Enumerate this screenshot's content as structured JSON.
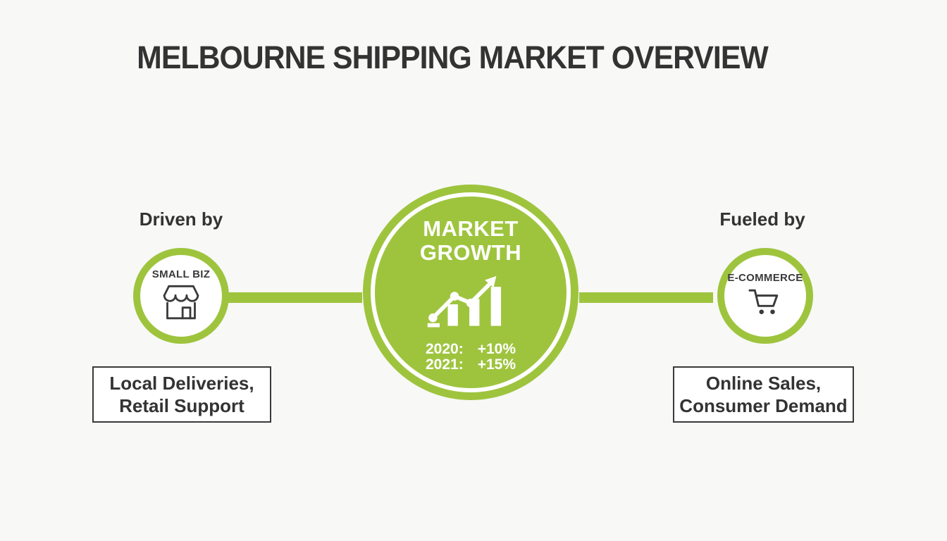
{
  "title": "MELBOURNE SHIPPING MARKET OVERVIEW",
  "colors": {
    "green": "#9EC43E",
    "dark_text": "#333333",
    "icon_stroke": "#3A3A3A",
    "background": "#F8F8F6",
    "white": "#FFFFFF"
  },
  "left": {
    "caption": "Driven by",
    "label": "SMALL BIZ",
    "icon": "storefront-icon",
    "box": {
      "line1": "Local Deliveries,",
      "line2": "Retail Support"
    }
  },
  "center": {
    "line1": "MARKET",
    "line2": "GROWTH",
    "icon": "growth-chart-icon",
    "stats": [
      {
        "label": "2020:",
        "value": "+10%"
      },
      {
        "label": "2021:",
        "value": "+15%"
      }
    ]
  },
  "right": {
    "caption": "Fueled by",
    "label": "E-COMMERCE",
    "icon": "cart-icon",
    "box": {
      "line1": "Online Sales,",
      "line2": "Consumer Demand"
    }
  }
}
